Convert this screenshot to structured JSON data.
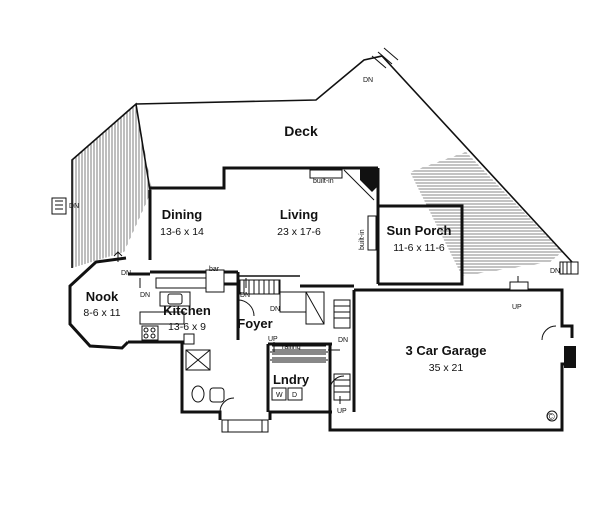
{
  "rooms": {
    "deck": {
      "name": "Deck"
    },
    "dining": {
      "name": "Dining",
      "size": "13-6 x 14"
    },
    "living": {
      "name": "Living",
      "size": "23 x 17-6"
    },
    "sunporch": {
      "name": "Sun Porch",
      "size": "11-6 x 11-6"
    },
    "nook": {
      "name": "Nook",
      "size": "8-6 x 11"
    },
    "kitchen": {
      "name": "Kitchen",
      "size": "13-6 x 9"
    },
    "foyer": {
      "name": "Foyer"
    },
    "garage": {
      "name": "3 Car Garage",
      "size": "35 x 21"
    },
    "laundry": {
      "name": "Lndry"
    }
  },
  "labels": {
    "down": "DN",
    "up": "UP",
    "builtin": "built-in",
    "bar": "bar",
    "railing": "railing",
    "copyright": "©",
    "washer": "W",
    "dryer": "D"
  }
}
